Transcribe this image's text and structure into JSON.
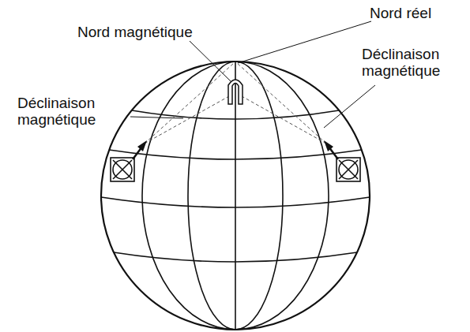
{
  "diagram": {
    "labels": [
      "Nord réel",
      "Nord magnétique",
      "Déclinaison magnétique",
      "Déclinaison magnétique"
    ]
  }
}
